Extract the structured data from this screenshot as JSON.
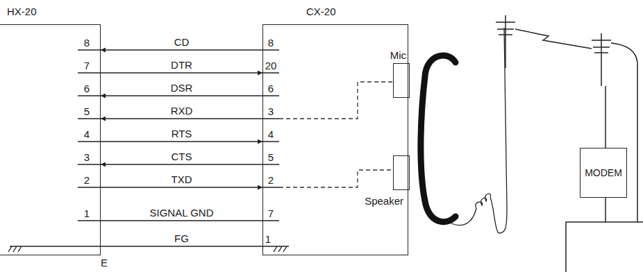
{
  "diagram": {
    "nodes": [
      {
        "text": [
          "HX-20"
        ]
      },
      {
        "text": [
          "CX-20"
        ]
      },
      {
        "text": [
          "Mic"
        ],
        "in": 1
      },
      {
        "text": [
          "Speaker"
        ],
        "in": 1
      },
      {
        "text": [
          "MODEM"
        ]
      }
    ],
    "edges": [
      {
        "from": 1,
        "to": 0,
        "arrow": "to",
        "label": "CD"
      },
      {
        "from": 0,
        "to": 1,
        "arrow": "to",
        "label": "DTR"
      },
      {
        "from": 1,
        "to": 0,
        "arrow": "to",
        "label": "DSR"
      },
      {
        "from": 1,
        "to": 0,
        "arrow": "to",
        "label": "RXD"
      },
      {
        "from": 0,
        "to": 1,
        "arrow": "to",
        "label": "RTS"
      },
      {
        "from": 1,
        "to": 0,
        "arrow": "to",
        "label": "CTS"
      },
      {
        "from": 0,
        "to": 1,
        "arrow": "to",
        "label": "TXD"
      },
      {
        "from": 0,
        "to": 1,
        "arrow": "none",
        "label": "SIGNAL GND"
      },
      {
        "from": 0,
        "to": 1,
        "arrow": "none",
        "label": "FG"
      }
    ],
    "labels": [
      "8",
      "7",
      "6",
      "5",
      "4",
      "3",
      "2",
      "1",
      "8",
      "20",
      "6",
      "3",
      "4",
      "5",
      "2",
      "7",
      "1",
      "E"
    ]
  }
}
